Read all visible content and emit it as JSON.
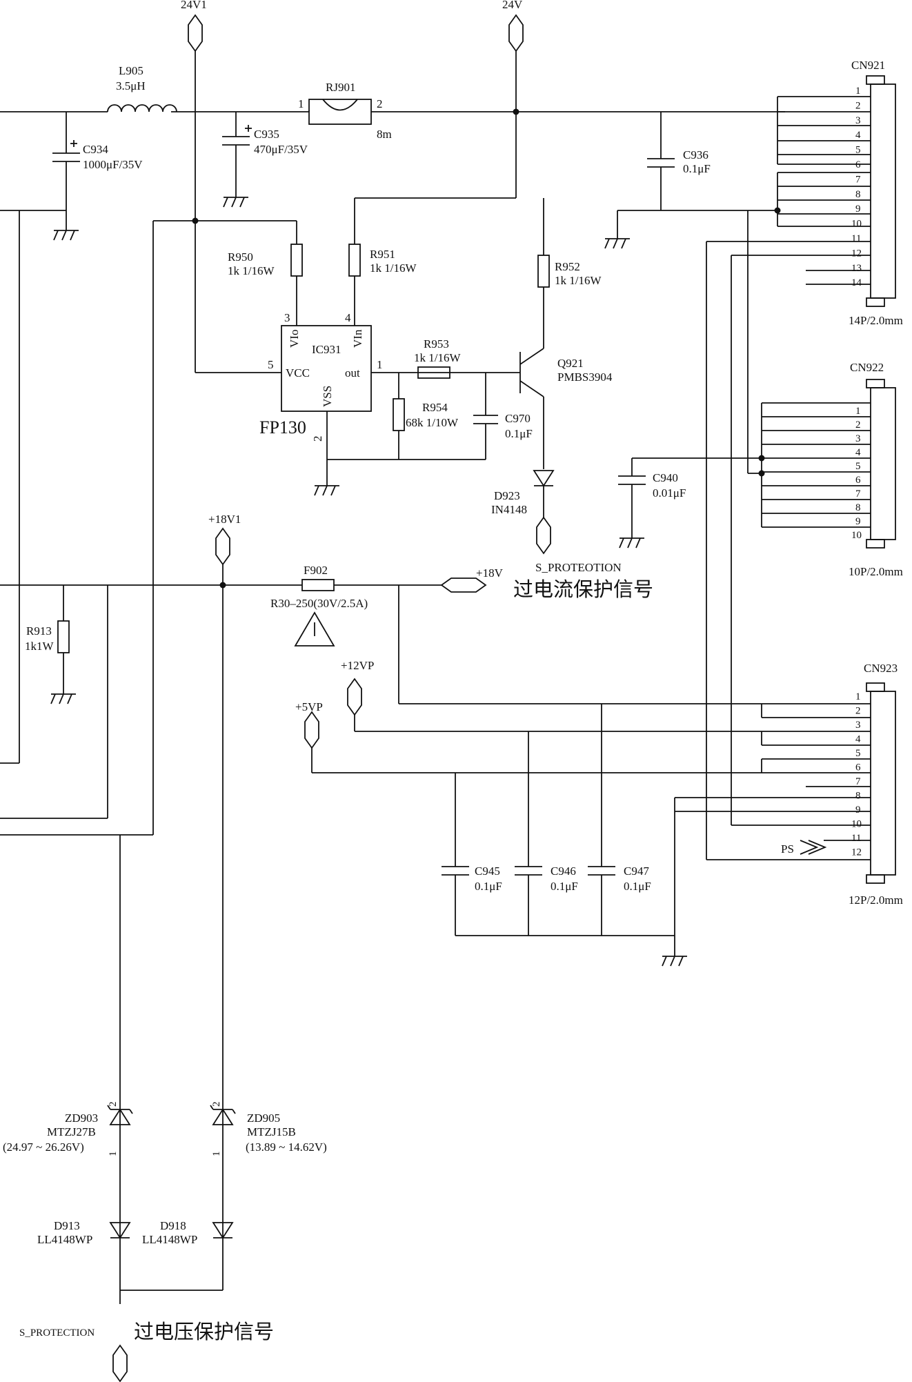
{
  "rails": {
    "v24v1": "24V1",
    "v24v": "24V",
    "v18v1": "+18V1",
    "v18v": "+18V",
    "v12vp": "+12VP",
    "v5vp": "+5VP"
  },
  "components": {
    "L905": {
      "ref": "L905",
      "value": "3.5μH"
    },
    "RJ901": {
      "ref": "RJ901",
      "pin1": "1",
      "pin2": "2",
      "value": "8m"
    },
    "C934": {
      "ref": "C934",
      "value": "1000μF/35V"
    },
    "C935": {
      "ref": "C935",
      "value": "470μF/35V"
    },
    "C936": {
      "ref": "C936",
      "value": "0.1μF"
    },
    "R950": {
      "ref": "R950",
      "value": "1k 1/16W"
    },
    "R951": {
      "ref": "R951",
      "value": "1k 1/16W"
    },
    "R952": {
      "ref": "R952",
      "value": "1k 1/16W"
    },
    "R953": {
      "ref": "R953",
      "value": "1k 1/16W"
    },
    "R954": {
      "ref": "R954",
      "value": "68k 1/10W"
    },
    "C970": {
      "ref": "C970",
      "value": "0.1μF"
    },
    "IC931": {
      "ref": "IC931",
      "part": "FP130",
      "vio": "VIo",
      "vin": "VIn",
      "vcc": "VCC",
      "out": "out",
      "vss": "VSS",
      "p1": "1",
      "p2": "2",
      "p3": "3",
      "p4": "4",
      "p5": "5"
    },
    "Q921": {
      "ref": "Q921",
      "part": "PMBS3904"
    },
    "D923": {
      "ref": "D923",
      "part": "IN4148"
    },
    "C940": {
      "ref": "C940",
      "value": "0.01μF"
    },
    "F902": {
      "ref": "F902",
      "part": "R30–250(30V/2.5A)"
    },
    "R913": {
      "ref": "R913",
      "value": "1k1W"
    },
    "C945": {
      "ref": "C945",
      "value": "0.1μF"
    },
    "C946": {
      "ref": "C946",
      "value": "0.1μF"
    },
    "C947": {
      "ref": "C947",
      "value": "0.1μF"
    },
    "ZD903": {
      "ref": "ZD903",
      "part": "MTZJ27B",
      "range": "(24.97 ~ 26.26V)",
      "p1": "1",
      "p2": "2"
    },
    "ZD905": {
      "ref": "ZD905",
      "part": "MTZJ15B",
      "range": "(13.89 ~ 14.62V)",
      "p1": "1",
      "p2": "2"
    },
    "D913": {
      "ref": "D913",
      "part": "LL4148WP"
    },
    "D918": {
      "ref": "D918",
      "part": "LL4148WP"
    }
  },
  "connectors": {
    "CN921": {
      "ref": "CN921",
      "type": "14P/2.0mm",
      "pins": [
        "1",
        "2",
        "3",
        "4",
        "5",
        "6",
        "7",
        "8",
        "9",
        "10",
        "11",
        "12",
        "13",
        "14"
      ]
    },
    "CN922": {
      "ref": "CN922",
      "type": "10P/2.0mm",
      "pins": [
        "1",
        "2",
        "3",
        "4",
        "5",
        "6",
        "7",
        "8",
        "9",
        "10"
      ]
    },
    "CN923": {
      "ref": "CN923",
      "type": "12P/2.0mm",
      "pins": [
        "1",
        "2",
        "3",
        "4",
        "5",
        "6",
        "7",
        "8",
        "9",
        "10",
        "11",
        "12"
      ]
    }
  },
  "signals": {
    "s_proteotion": "S_PROTEOTION",
    "overcurrent": "过电流保护信号",
    "s_protection": "S_PROTECTION",
    "overvoltage": "过电压保护信号",
    "ps": "PS"
  }
}
